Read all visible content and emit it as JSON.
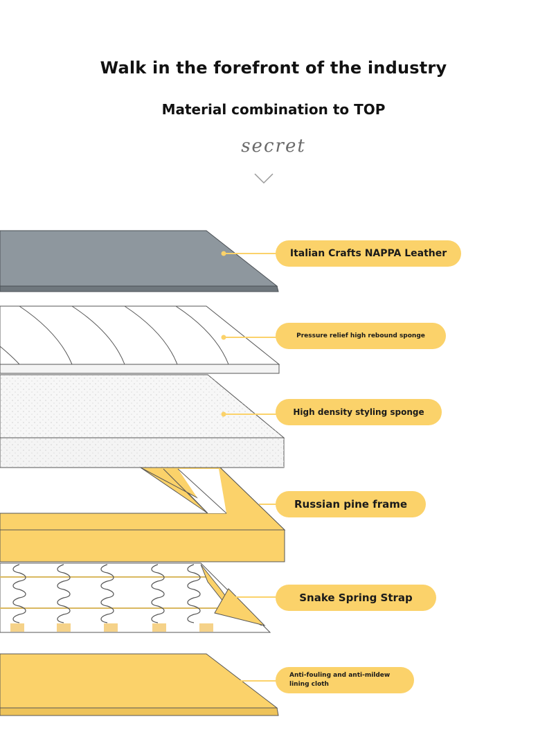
{
  "header": {
    "title": "Walk in the forefront of the industry",
    "subtitle": "Material combination to TOP",
    "script_word": "secret"
  },
  "layers": [
    {
      "label": "Italian Crafts NAPPA Leather",
      "color": "#8e979e"
    },
    {
      "label": "Pressure relief high rebound sponge",
      "color": "#ffffff"
    },
    {
      "label": "High density styling sponge",
      "color": "#f6f6f6"
    },
    {
      "label": "Russian pine frame",
      "color": "#fbd26a"
    },
    {
      "label": "Snake Spring Strap",
      "color": "#fbd26a"
    },
    {
      "label": "Anti-fouling and anti-mildew lining cloth",
      "color": "#fbd26a"
    }
  ],
  "colors": {
    "accent_yellow": "#fbd26a",
    "leather_gray": "#8e979e",
    "outline": "#555555"
  },
  "icons": {
    "scroll_down": "chevron-down-icon"
  }
}
